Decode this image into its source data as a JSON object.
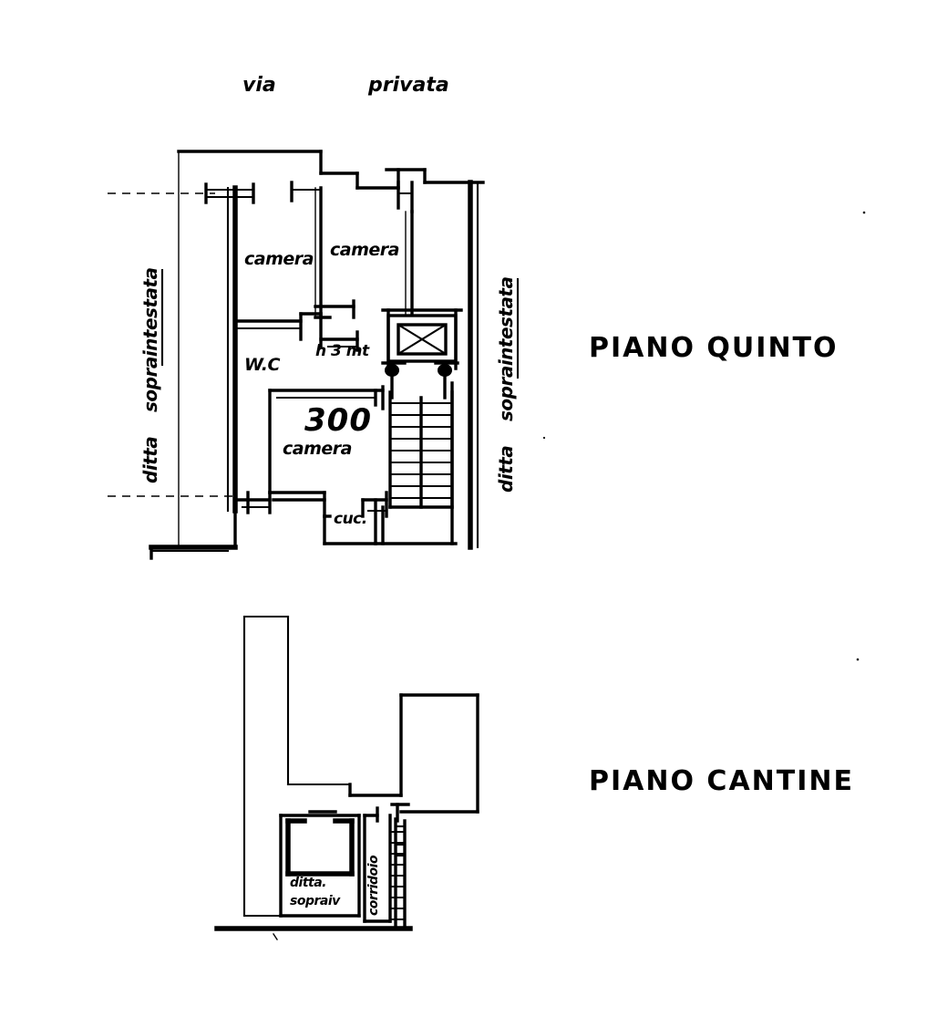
{
  "document": {
    "type": "hand-drawn-floor-plan",
    "street_title": "via     privata",
    "street_title_parts": [
      "via",
      "privata"
    ],
    "ink_color": "#000000",
    "paper_color": "#ffffff"
  },
  "sections": [
    {
      "id": "piano-quinto",
      "title": "PIANO   QUINTO",
      "title_words": [
        "PIANO",
        "QUINTO"
      ],
      "rooms": [
        {
          "name": "camera",
          "note": ""
        },
        {
          "name": "camera",
          "note": ""
        },
        {
          "name": "W.C",
          "note": ""
        },
        {
          "name": "camera",
          "note": "300"
        },
        {
          "name": "cuc.",
          "note": ""
        }
      ],
      "annotations": [
        {
          "text": "h 3 mt",
          "meaning": "ceiling-height-3-meters"
        },
        {
          "text": "300",
          "meaning": "room-number"
        }
      ],
      "boundaries": [
        {
          "side": "left",
          "line1": "ditta",
          "line2": "sopraintestata"
        },
        {
          "side": "right",
          "line1": "ditta",
          "line2": "sopraintestata"
        }
      ],
      "features": [
        {
          "name": "elevator-shaft",
          "symbol": "crossed-box"
        },
        {
          "name": "staircase",
          "flights": 2,
          "treads_per_flight": 9
        }
      ]
    },
    {
      "id": "piano-cantine",
      "title": "PIANO   CANTINE",
      "title_words": [
        "PIANO",
        "CANTINE"
      ],
      "rooms": [
        {
          "name": "ditta sopraiv.",
          "lines": [
            "ditta.",
            "sopraiv"
          ]
        },
        {
          "name": "corridoio",
          "orientation": "vertical"
        }
      ],
      "features": [
        {
          "name": "cellar-box",
          "symbol": "open-rectangle"
        },
        {
          "name": "staircase",
          "flights": 1,
          "treads_per_flight": 9
        }
      ]
    }
  ]
}
